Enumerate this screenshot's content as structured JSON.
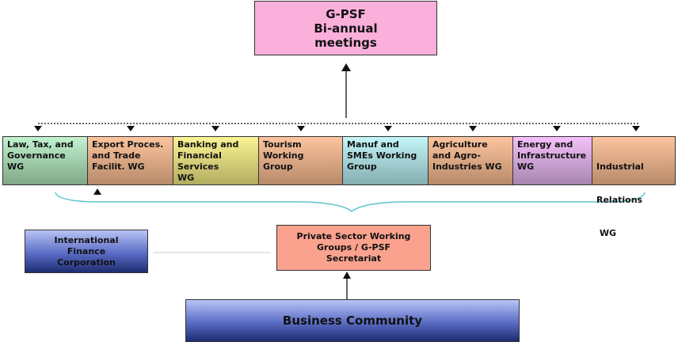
{
  "top_box": {
    "lines": [
      "G-PSF",
      "Bi-annual",
      "meetings"
    ],
    "color": "#fbb0dc"
  },
  "working_groups": [
    {
      "lines": [
        "Law, Tax, and",
        "Governance",
        "WG"
      ],
      "color_top": "#c2f2d0",
      "color_bottom": "#7fa886"
    },
    {
      "lines": [
        "Export Proces.",
        "and Trade",
        "Facilit. WG"
      ],
      "color_top": "#fcc49e",
      "color_bottom": "#b88a6a"
    },
    {
      "lines": [
        "Banking and",
        "Financial",
        "Services",
        "WG"
      ],
      "color_top": "#fbf494",
      "color_bottom": "#b2ac60"
    },
    {
      "lines": [
        "Tourism",
        "Working",
        "Group"
      ],
      "color_top": "#fcc49e",
      "color_bottom": "#b88a6a"
    },
    {
      "lines": [
        "Manuf and",
        "SMEs Working",
        "Group"
      ],
      "color_top": "#c4f6f8",
      "color_bottom": "#84adb0"
    },
    {
      "lines": [
        "Agriculture",
        "and Agro-",
        "Industries WG"
      ],
      "color_top": "#fcc49e",
      "color_bottom": "#b88a6a"
    },
    {
      "lines": [
        "Energy and",
        "Infrastructure",
        "WG"
      ],
      "color_top": "#f6c0fa",
      "color_bottom": "#a686b0"
    },
    {
      "lines": [
        "Industrial",
        "Relations",
        " WG"
      ],
      "color_top": "#fcc49e",
      "color_bottom": "#b88a6a"
    }
  ],
  "ifc_box": {
    "lines": [
      "International",
      "Finance",
      "Corporation"
    ]
  },
  "secretariat_box": {
    "lines": [
      "Private Sector Working",
      "Groups / G-PSF",
      "Secretariat"
    ],
    "color": "#faa28e"
  },
  "business_box": {
    "label": "Business Community"
  },
  "brace_color": "#5cc4c8"
}
